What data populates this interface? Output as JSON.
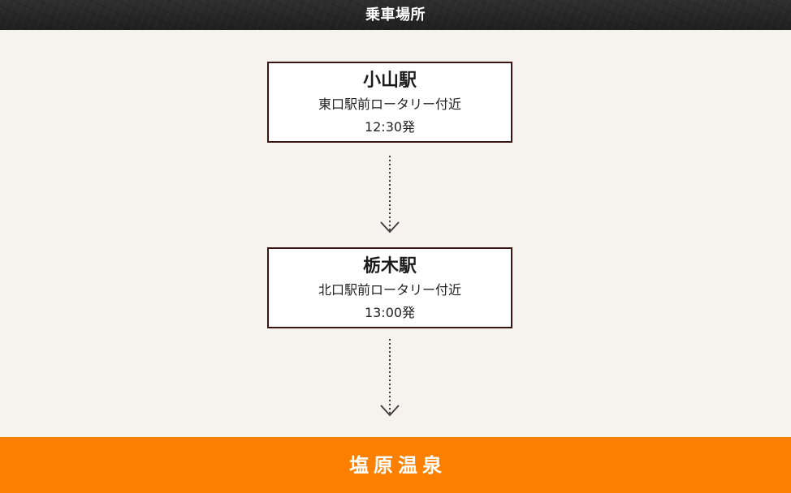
{
  "header": {
    "title": "乗車場所"
  },
  "stops": [
    {
      "name": "小山駅",
      "location": "東口駅前ロータリー付近",
      "time": "12:30発"
    },
    {
      "name": "栃木駅",
      "location": "北口駅前ロータリー付近",
      "time": "13:00発"
    }
  ],
  "connector": {
    "icon": "dotted-down-arrow-icon"
  },
  "destination": {
    "label": "塩原温泉"
  },
  "colors": {
    "header_bg": "#262626",
    "page_bg": "#f6f3ee",
    "box_border": "#3b1513",
    "destination_bg": "#fc7f00",
    "text_primary": "#1c1c1c",
    "text_on_dark": "#ffffff"
  }
}
